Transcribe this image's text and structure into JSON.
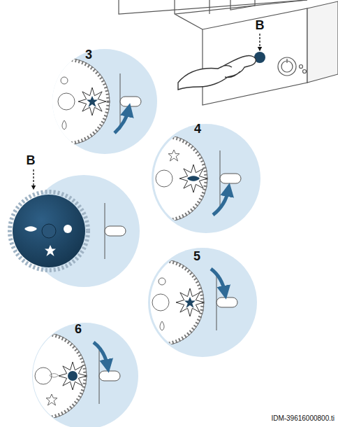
{
  "diagram": {
    "labels": [
      "B",
      "3",
      "4",
      "B",
      "5",
      "6",
      "IDM-39616000800.ti"
    ]
  }
}
